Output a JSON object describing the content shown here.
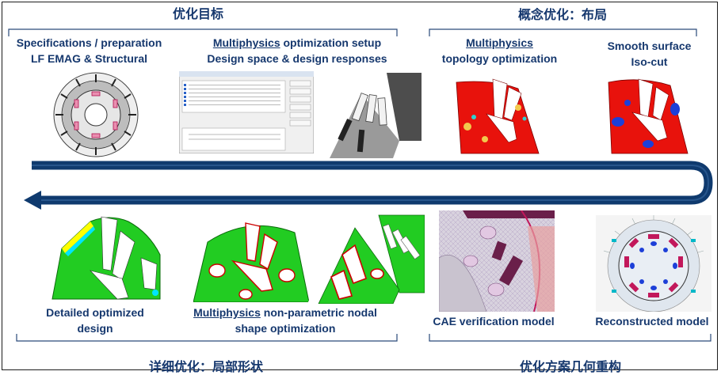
{
  "sections": {
    "optimization_goal": "优化目标",
    "concept_optimization": "概念优化：布局",
    "detailed_optimization": "详细优化：局部形状",
    "geometry_reconstruction": "优化方案几何重构"
  },
  "captions": {
    "spec": {
      "line1": "Specifications / preparation",
      "line2": "LF EMAG & Structural"
    },
    "setup": {
      "line1_u": "Multiphysics",
      "line1_rest": " optimization setup",
      "line2": "Design space & design responses"
    },
    "topology": {
      "line1_u": "Multiphysics",
      "line2": "topology optimization"
    },
    "smooth": {
      "line1": "Smooth surface",
      "line2": "Iso-cut"
    },
    "detailed": {
      "line1": "Detailed optimized",
      "line2": "design"
    },
    "shape": {
      "line1_u": "Multiphysics",
      "line1_rest": " non-parametric nodal",
      "line2": "shape optimization"
    },
    "cae": {
      "line1": "CAE verification model"
    },
    "reconstructed": {
      "line1": "Reconstructed model"
    }
  },
  "colors": {
    "title_blue": "#16386e",
    "arrow_navy": "#0f3a6e",
    "gray_body": "#585858",
    "result_red": "#e8120c",
    "result_green": "#22cc22",
    "magnet_blue": "#1d3fd8",
    "magnet_magenta": "#c2185b"
  }
}
